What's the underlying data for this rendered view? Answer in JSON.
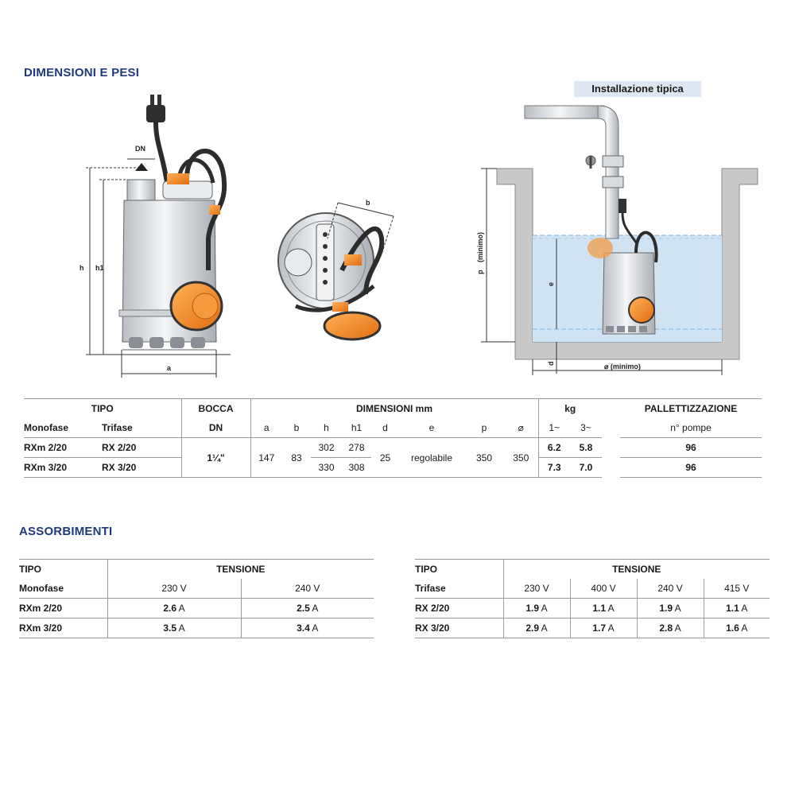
{
  "sections": {
    "dimensions_title": "DIMENSIONI E PESI",
    "absorption_title": "ASSORBIMENTI",
    "install_label": "Installazione tipica"
  },
  "drawing_labels": {
    "dn": "DN",
    "h": "h",
    "h1": "h1",
    "a": "a",
    "b": "b",
    "p": "p",
    "p_min": "(minimo)",
    "e": "e",
    "d": "d",
    "dia_min": "⌀  (minimo)"
  },
  "dim_table": {
    "head1": {
      "tipo": "TIPO",
      "bocca": "BOCCA",
      "dimensioni": "DIMENSIONI mm",
      "kg": "kg",
      "pallet": "PALLETTIZZAZIONE"
    },
    "head2": {
      "monofase": "Monofase",
      "trifase": "Trifase",
      "dn": "DN",
      "a": "a",
      "b": "b",
      "h": "h",
      "h1": "h1",
      "d": "d",
      "e": "e",
      "p": "p",
      "dia": "⌀",
      "kg1": "1~",
      "kg3": "3~",
      "pompe": "n° pompe"
    },
    "shared": {
      "bocca": "1¼\"",
      "a": "147",
      "b": "83",
      "d": "25",
      "e": "regolabile",
      "p": "350",
      "dia": "350"
    },
    "rows": [
      {
        "mono": "RXm 2/20",
        "tri": "RX 2/20",
        "h": "302",
        "h1": "278",
        "kg1": "6.2",
        "kg3": "5.8",
        "pompe": "96"
      },
      {
        "mono": "RXm 3/20",
        "tri": "RX 3/20",
        "h": "330",
        "h1": "308",
        "kg1": "7.3",
        "kg3": "7.0",
        "pompe": "96"
      }
    ]
  },
  "abs_mono": {
    "tipo": "TIPO",
    "tensione": "TENSIONE",
    "label": "Monofase",
    "voltages": [
      "230 V",
      "240 V"
    ],
    "rows": [
      {
        "model": "RXm 2/20",
        "vals": [
          {
            "n": "2.6",
            "u": " A"
          },
          {
            "n": "2.5",
            "u": " A"
          }
        ]
      },
      {
        "model": "RXm 3/20",
        "vals": [
          {
            "n": "3.5",
            "u": " A"
          },
          {
            "n": "3.4",
            "u": " A"
          }
        ]
      }
    ]
  },
  "abs_tri": {
    "tipo": "TIPO",
    "tensione": "TENSIONE",
    "label": "Trifase",
    "voltages": [
      "230 V",
      "400 V",
      "240 V",
      "415 V"
    ],
    "rows": [
      {
        "model": "RX 2/20",
        "vals": [
          {
            "n": "1.9",
            "u": " A"
          },
          {
            "n": "1.1",
            "u": " A"
          },
          {
            "n": "1.9",
            "u": " A"
          },
          {
            "n": "1.1",
            "u": " A"
          }
        ]
      },
      {
        "model": "RX 3/20",
        "vals": [
          {
            "n": "2.9",
            "u": " A"
          },
          {
            "n": "1.7",
            "u": " A"
          },
          {
            "n": "2.8",
            "u": " A"
          },
          {
            "n": "1.6",
            "u": " A"
          }
        ]
      }
    ]
  },
  "colors": {
    "title": "#1f3a7a",
    "orange": "#f08a2c",
    "water": "#cfe3f3",
    "steel": "#d9dde1",
    "wall": "#c9c9c9"
  }
}
